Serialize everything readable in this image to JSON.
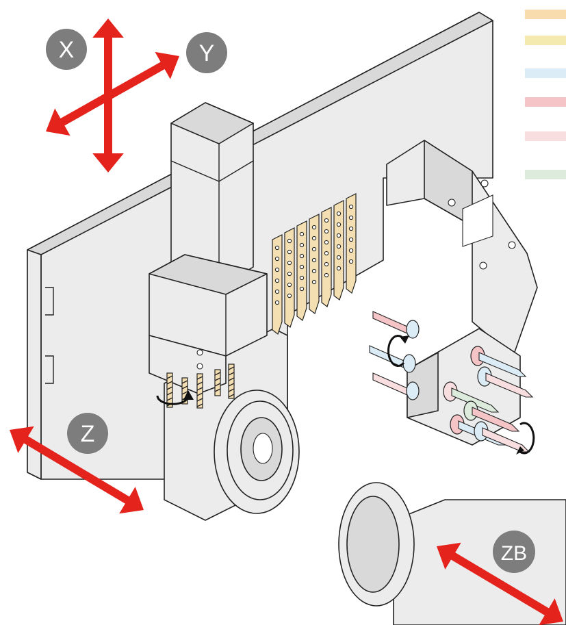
{
  "diagram": {
    "axes": [
      {
        "id": "x",
        "label": "X"
      },
      {
        "id": "y",
        "label": "Y"
      },
      {
        "id": "z",
        "label": "Z"
      },
      {
        "id": "zb",
        "label": "ZB"
      }
    ],
    "legend_swatches": [
      "#f8dcae",
      "#f4eab0",
      "#dcecf6",
      "#f5c4c7",
      "#f9dee0",
      "#dcebdb"
    ],
    "colors": {
      "arrow": "#e3231c",
      "badge": "#7d7d7d",
      "machine_fill": "#ececec",
      "outline": "#222222",
      "tool_gold": "#f3dfb1"
    }
  }
}
